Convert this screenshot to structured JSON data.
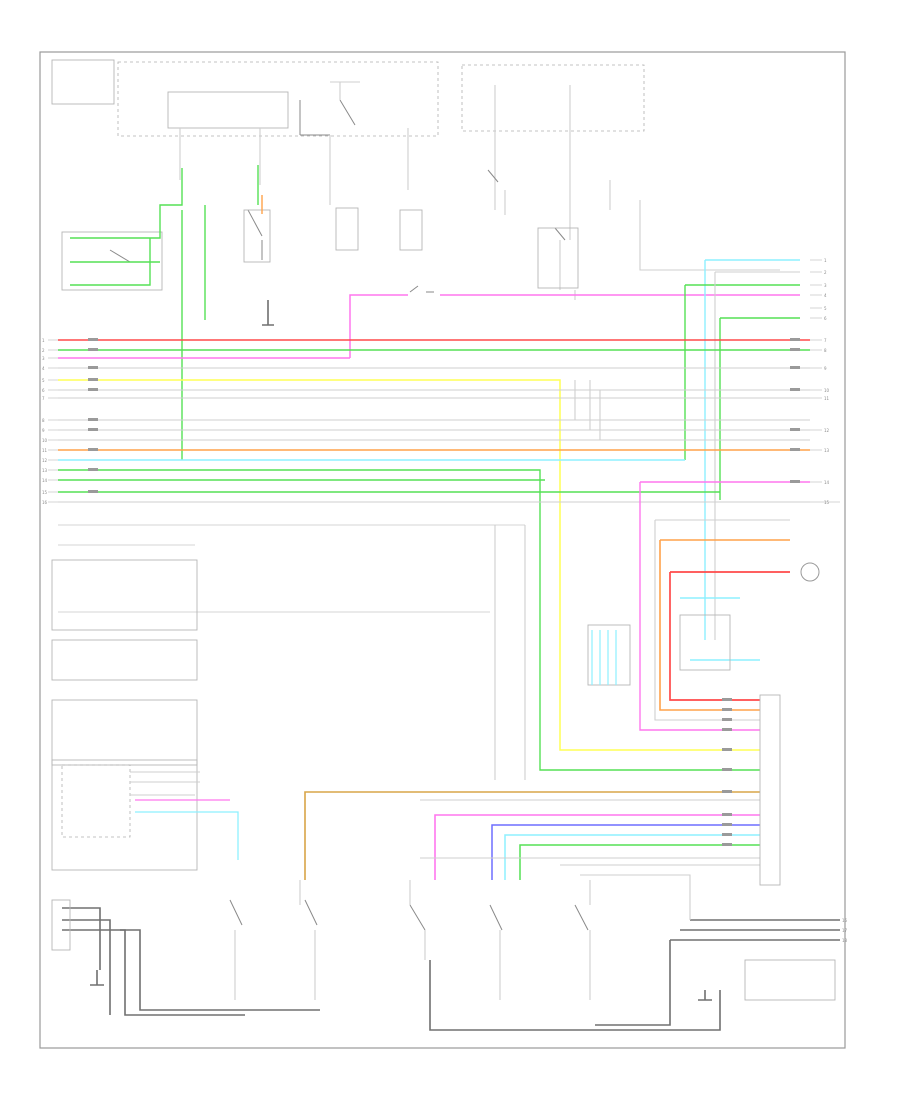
{
  "diagram": {
    "code": "",
    "colors": {
      "green": "#55e055",
      "pink": "#ff77ee",
      "red": "#ff4a4a",
      "orange": "#ffa24a",
      "yellow": "#ffff55",
      "cyan": "#8ef0ff",
      "tan": "#d8a548",
      "blue": "#6f6fff",
      "gray": "#cfcfcf",
      "dark": "#6e6e6e"
    },
    "left_pins": [
      "1",
      "2",
      "3",
      "4",
      "5",
      "6",
      "7",
      "8",
      "9",
      "10",
      "11",
      "12",
      "13",
      "14",
      "15",
      "16"
    ],
    "right_pins": [
      "1",
      "2",
      "3",
      "4",
      "5",
      "6",
      "7",
      "8",
      "9",
      "10",
      "11",
      "12",
      "13",
      "14",
      "15",
      "16",
      "17",
      "18"
    ],
    "connector_labels": [
      "",
      "",
      "",
      "",
      "",
      "",
      "",
      "",
      "",
      "",
      "",
      "",
      "",
      "",
      "",
      "",
      "",
      ""
    ]
  }
}
